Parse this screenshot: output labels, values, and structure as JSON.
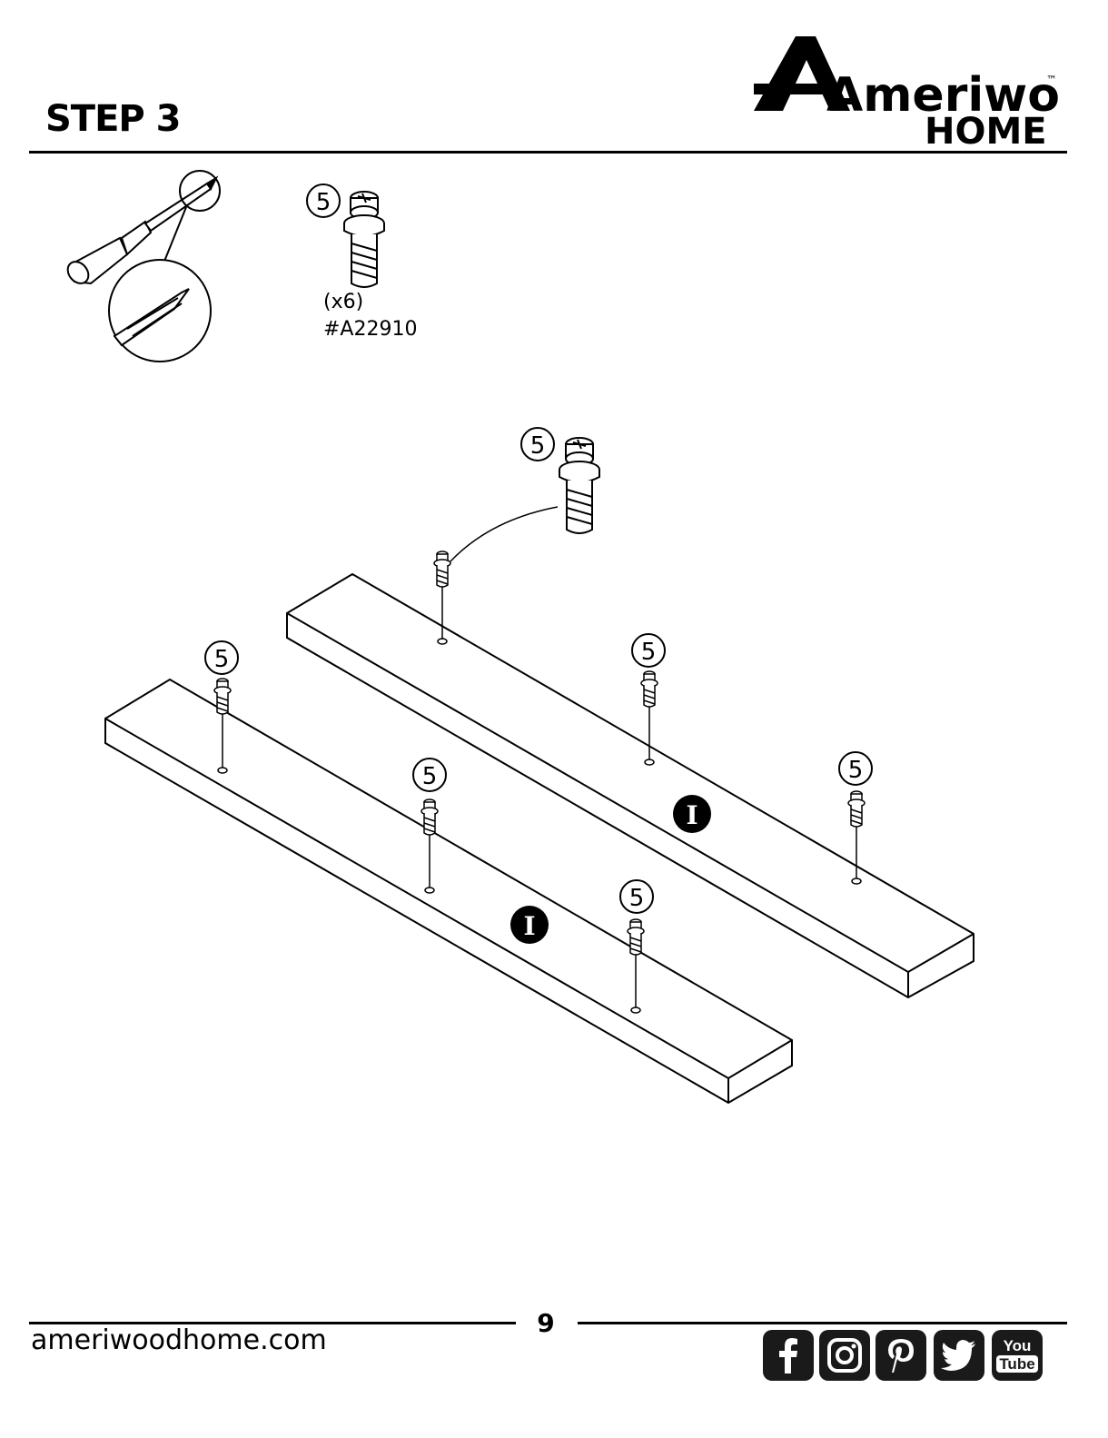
{
  "header": {
    "step_title": "STEP 3",
    "brand_main": "Ameriwood",
    "brand_sub": "HOME",
    "trademark": "™"
  },
  "hardware": {
    "part_number_label": "5",
    "quantity": "(x6)",
    "part_code": "#A22910"
  },
  "diagram": {
    "callout_label": "5",
    "panel_label": "I"
  },
  "footer": {
    "page_number": "9",
    "website": "ameriwoodhome.com",
    "youtube_top": "You",
    "youtube_bottom": "Tube"
  },
  "social_icons": [
    "facebook-icon",
    "instagram-icon",
    "pinterest-icon",
    "twitter-icon",
    "youtube-icon"
  ]
}
